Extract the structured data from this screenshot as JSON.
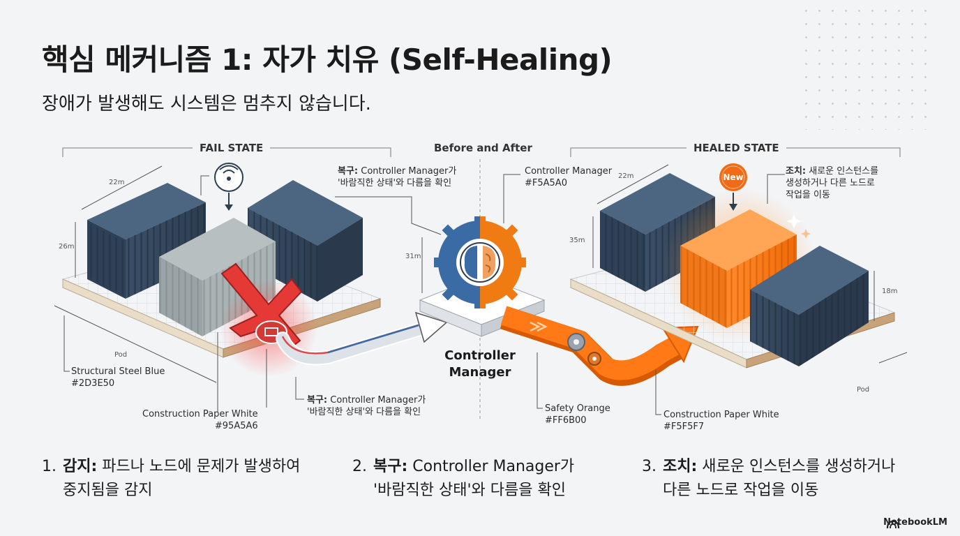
{
  "title": "핵심 메커니즘 1: 자가 치유 (Self-Healing)",
  "subtitle": "장애가 발생해도 시스템은 멈추지 않습니다.",
  "sections": {
    "fail": "FAIL STATE",
    "center": "Before and After",
    "healed": "HEALED STATE"
  },
  "annotations": {
    "steel_blue": {
      "name": "Structural Steel Blue",
      "hex": "#2D3E50"
    },
    "paper_white_left": {
      "name": "Construction Paper White",
      "hex": "#95A5A6"
    },
    "recovery_bottom": {
      "label": "복구:",
      "line1": "Controller Manager가",
      "line2": "'바람직한 상태'와 다름을 확인"
    },
    "recovery_top": {
      "label": "복구:",
      "line1": "Controller Manager가",
      "line2": "'바람직한 상태'와 다름을 확인"
    },
    "controller_color": {
      "name": "Controller Manager",
      "hex": "#F5A5A0"
    },
    "safety_orange": {
      "name": "Safety Orange",
      "hex": "#FF6B00"
    },
    "paper_white_right": {
      "name": "Construction Paper White",
      "hex": "#F5F5F7"
    },
    "action": {
      "label": "조치:",
      "line1": "새로운 인스턴스를",
      "line2": "생성하거나 다른 노드로",
      "line3": "작업을 이동"
    }
  },
  "dimensions": {
    "left_width": "22m",
    "left_height": "26m",
    "left_pod": "Pod",
    "center_height": "31m",
    "right_width": "22m",
    "right_height": "35m",
    "right_small_height": "18m",
    "right_pod": "Pod"
  },
  "controller_label_line1": "Controller",
  "controller_label_line2": "Manager",
  "new_badge": "New",
  "steps": [
    {
      "num": "1.",
      "label": "감지:",
      "line1": "파드나 노드에 문제가 발생하여",
      "line2": "중지됨을 감지"
    },
    {
      "num": "2.",
      "label": "복구:",
      "line1": "Controller Manager가",
      "line2": "'바람직한 상태'와 다름을 확인"
    },
    {
      "num": "3.",
      "label": "조치:",
      "line1": "새로운 인스턴스를 생성하거나",
      "line2": "다른 노드로 작업을 이동"
    }
  ],
  "brand": "NotebookLM",
  "icons": {
    "signal": "wifi-signal-icon",
    "fail": "x-mark-icon",
    "alert": "chip-alert-icon",
    "controller": "gear-brain-icon",
    "gears": "small-gears-icon",
    "sparkle": "sparkle-icon",
    "brand": "notebooklm-logo-icon"
  },
  "colors": {
    "steel_blue": "#2D3E50",
    "gray": "#95A5A6",
    "orange": "#FF6B00",
    "red": "#E53935",
    "controller_blue": "#3B6BA5"
  }
}
